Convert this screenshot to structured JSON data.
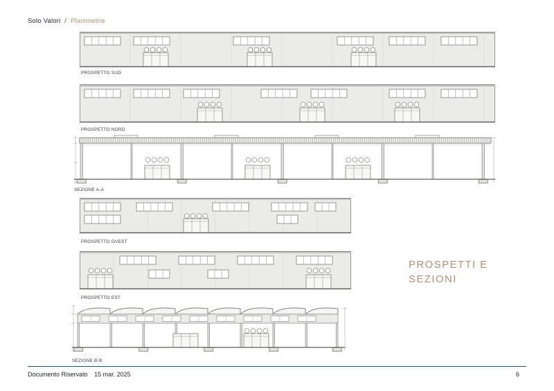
{
  "header": {
    "title_primary": "Solo Valori",
    "separator": "/",
    "title_secondary": "Planimetrie"
  },
  "drawings": [
    {
      "label": "PROSPETTO SUD"
    },
    {
      "label": "PROSPETTO NORD"
    },
    {
      "label": "SEZIONE A-A"
    },
    {
      "label": "PROSPETTO OVEST"
    },
    {
      "label": "PROSPETTO EST"
    },
    {
      "label": "SEZIONE B-B"
    }
  ],
  "side_title": {
    "line1": "PROSPETTI E",
    "line2": "SEZIONI"
  },
  "footer": {
    "document_label": "Documento Riservato",
    "date": "15 mar. 2025",
    "page_number": "6"
  },
  "colors": {
    "accent_tan": "#b38f75",
    "footer_rule": "#2e4a62",
    "drawing_fill": "#ebebea",
    "drawing_line": "#8c8c8c",
    "text_dark": "#222428"
  }
}
